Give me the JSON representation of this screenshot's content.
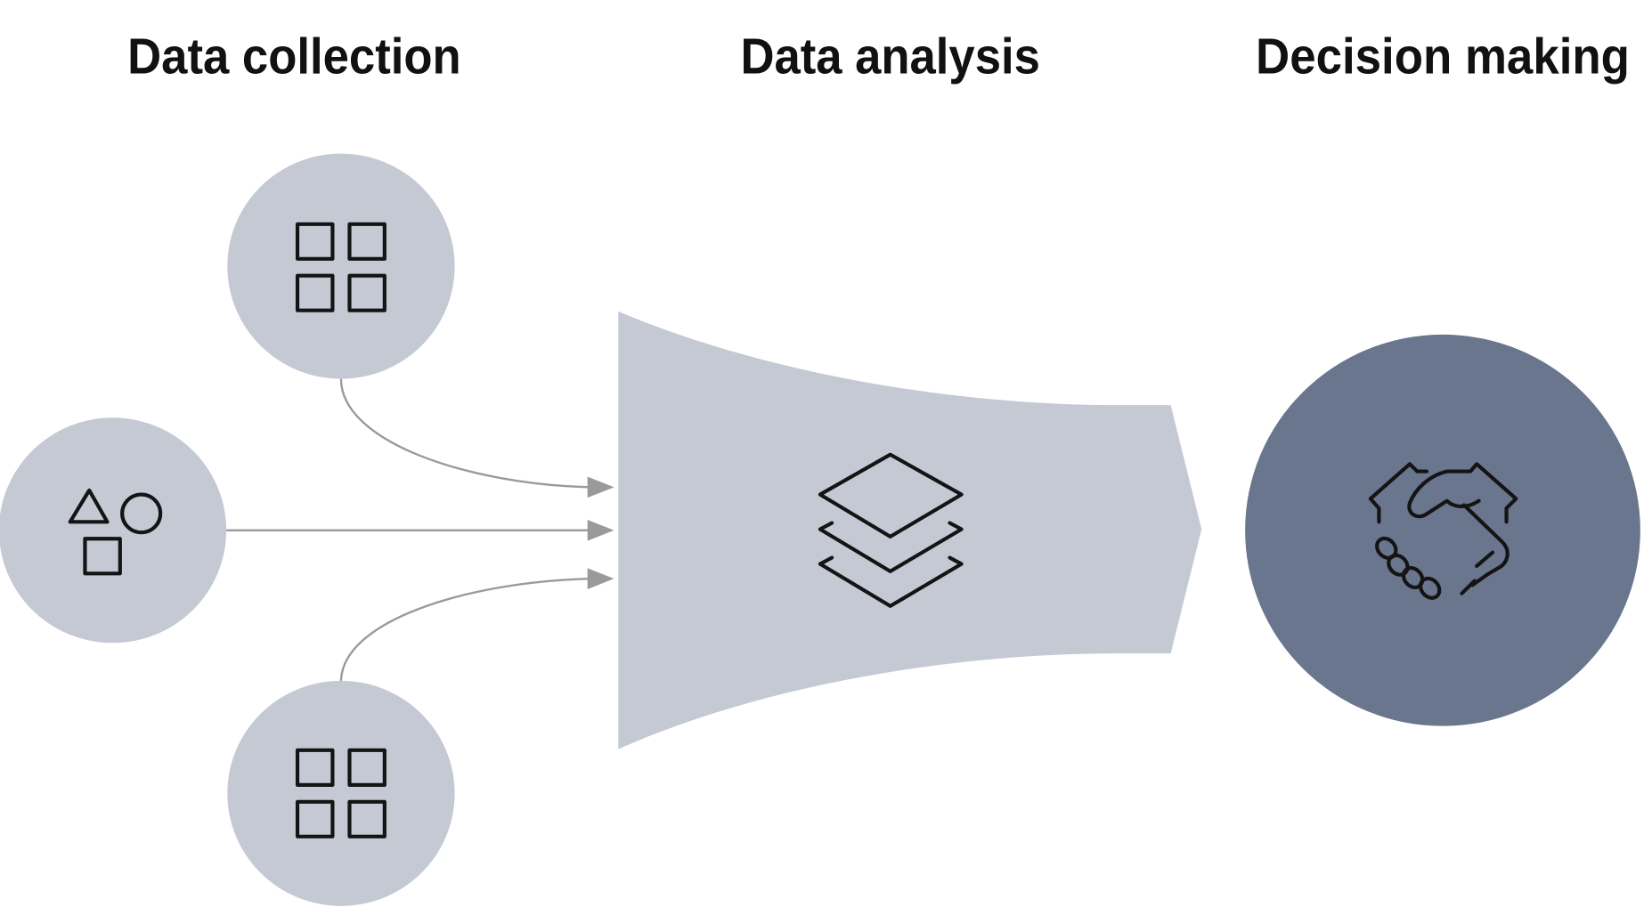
{
  "headings": {
    "collection": "Data collection",
    "analysis": "Data analysis",
    "decision": "Decision making"
  },
  "nodes": {
    "sources": [
      {
        "name": "source-top",
        "icon": "grid-four-squares-icon"
      },
      {
        "name": "source-middle",
        "icon": "shapes-icon"
      },
      {
        "name": "source-bottom",
        "icon": "grid-four-squares-icon"
      }
    ],
    "analysis": {
      "icon": "layers-icon"
    },
    "decision": {
      "icon": "handshake-icon"
    }
  },
  "colors": {
    "light_fill": "#c4c9d4",
    "dark_fill": "#6a758e",
    "connector": "#9a9a9a",
    "icon_stroke": "#141414",
    "text": "#111111"
  }
}
